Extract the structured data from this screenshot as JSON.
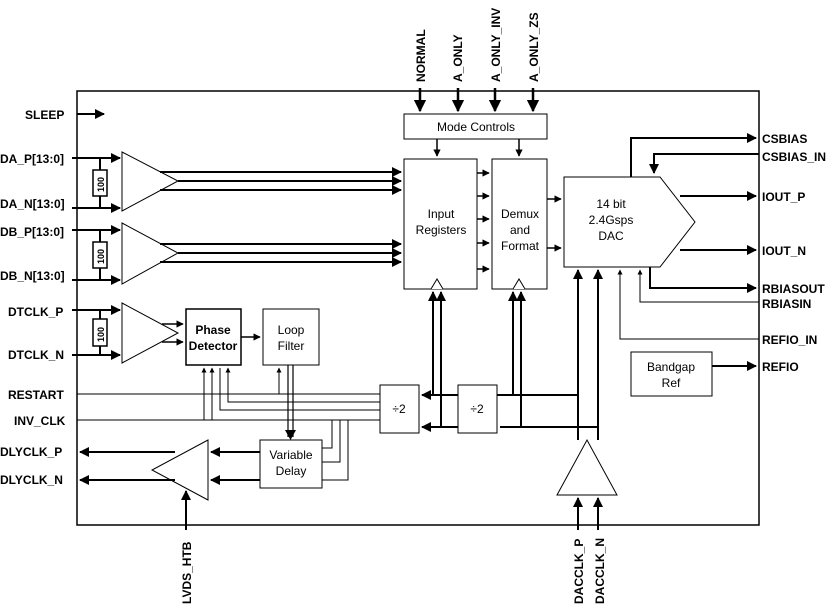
{
  "top_pins": {
    "normal": "NORMAL",
    "a_only": "A_ONLY",
    "a_only_inv": "A_ONLY_INV",
    "a_only_zs": "A_ONLY_ZS"
  },
  "left_pins": {
    "sleep": "SLEEP",
    "da_p": "DA_P[13:0]",
    "da_n": "DA_N[13:0]",
    "db_p": "DB_P[13:0]",
    "db_n": "DB_N[13:0]",
    "dtclk_p": "DTCLK_P",
    "dtclk_n": "DTCLK_N",
    "restart": "RESTART",
    "inv_clk": "INV_CLK",
    "dlyclk_p": "DLYCLK_P",
    "dlyclk_n": "DLYCLK_N"
  },
  "right_pins": {
    "csbias": "CSBIAS",
    "csbias_in": "CSBIAS_IN",
    "iout_p": "IOUT_P",
    "iout_n": "IOUT_N",
    "rbiasout": "RBIASOUT",
    "rbiasin": "RBIASIN",
    "refio_in": "REFIO_IN",
    "refio": "REFIO"
  },
  "bottom_pins": {
    "lvds_htb": "LVDS_HTB",
    "dacclk_p": "DACCLK_P",
    "dacclk_n": "DACCLK_N"
  },
  "blocks": {
    "mode_controls": "Mode Controls",
    "input_registers": [
      "Input",
      "Registers"
    ],
    "demux": [
      "Demux",
      "and",
      "Format"
    ],
    "dac": [
      "14 bit",
      "2.4Gsps",
      "DAC"
    ],
    "phase_detector": [
      "Phase",
      "Detector"
    ],
    "loop_filter": [
      "Loop",
      "Filter"
    ],
    "variable_delay": [
      "Variable",
      "Delay"
    ],
    "bandgap": [
      "Bandgap",
      "Ref"
    ],
    "divider": "÷2",
    "termination": "100"
  }
}
